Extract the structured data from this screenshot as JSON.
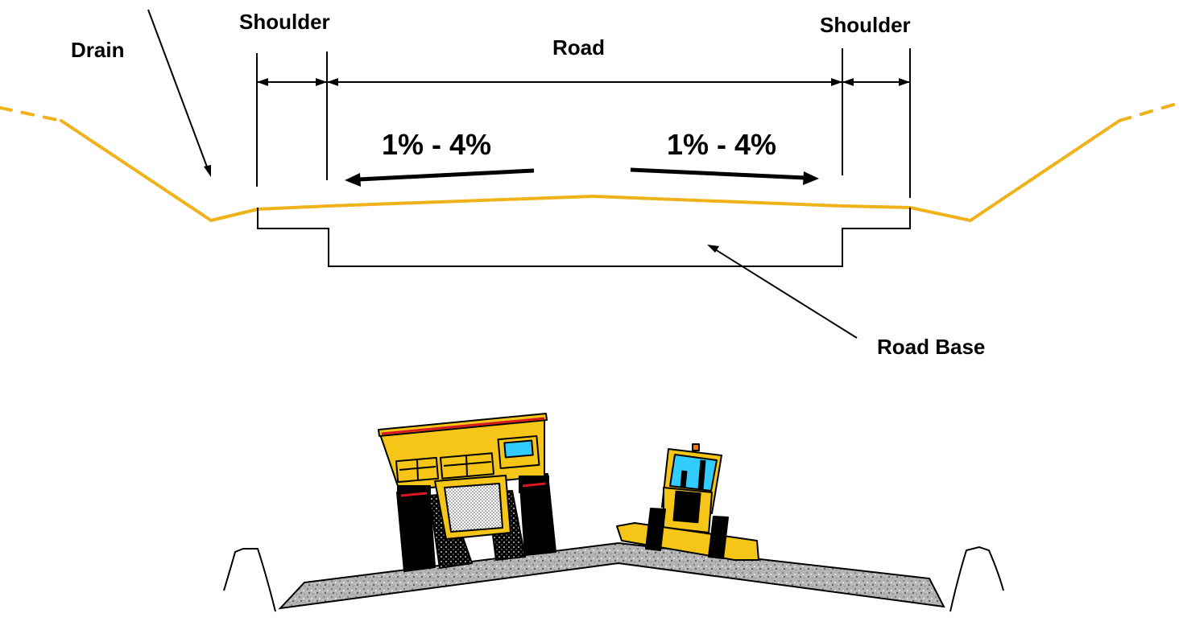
{
  "labels": {
    "drain": "Drain",
    "shoulder_left": "Shoulder",
    "road": "Road",
    "shoulder_right": "Shoulder",
    "slope_left": "1% - 4%",
    "slope_right": "1% - 4%",
    "road_base": "Road Base"
  },
  "colors": {
    "road_profile": "#F0B21A",
    "truck_body": "#F5C518",
    "cab_window": "#33CCFF",
    "gravel": "#A8A8A8",
    "tire": "#000000"
  },
  "vehicles": {
    "truck_icon": "haul-truck-icon",
    "grader_icon": "motor-grader-icon"
  }
}
